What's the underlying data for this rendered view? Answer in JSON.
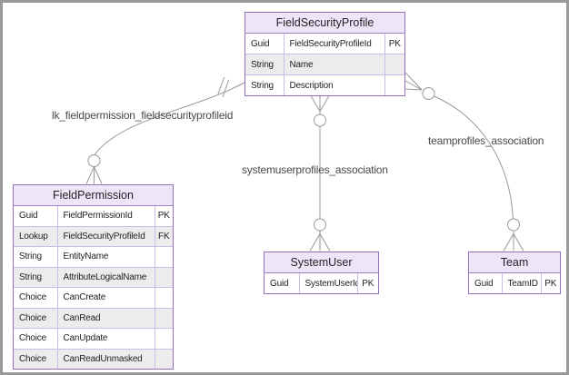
{
  "diagram": {
    "type": "entity-relationship",
    "entities": [
      {
        "name": "FieldSecurityProfile",
        "rows": [
          {
            "type": "Guid",
            "name": "FieldSecurityProfileId",
            "key": "PK"
          },
          {
            "type": "String",
            "name": "Name",
            "key": ""
          },
          {
            "type": "String",
            "name": "Description",
            "key": ""
          }
        ]
      },
      {
        "name": "FieldPermission",
        "rows": [
          {
            "type": "Guid",
            "name": "FieldPermissionId",
            "key": "PK"
          },
          {
            "type": "Lookup",
            "name": "FieldSecurityProfileId",
            "key": "FK"
          },
          {
            "type": "String",
            "name": "EntityName",
            "key": ""
          },
          {
            "type": "String",
            "name": "AttributeLogicalName",
            "key": ""
          },
          {
            "type": "Choice",
            "name": "CanCreate",
            "key": ""
          },
          {
            "type": "Choice",
            "name": "CanRead",
            "key": ""
          },
          {
            "type": "Choice",
            "name": "CanUpdate",
            "key": ""
          },
          {
            "type": "Choice",
            "name": "CanReadUnmasked",
            "key": ""
          }
        ]
      },
      {
        "name": "SystemUser",
        "rows": [
          {
            "type": "Guid",
            "name": "SystemUserId",
            "key": "PK"
          }
        ]
      },
      {
        "name": "Team",
        "rows": [
          {
            "type": "Guid",
            "name": "TeamID",
            "key": "PK"
          }
        ]
      }
    ],
    "relationships": [
      {
        "label": "lk_fieldpermission_fieldsecurityprofileid",
        "from": "FieldSecurityProfile",
        "to": "FieldPermission",
        "from_cardinality": "exactly-one",
        "to_cardinality": "zero-or-many"
      },
      {
        "label": "systemuserprofiles_association",
        "from": "FieldSecurityProfile",
        "to": "SystemUser",
        "from_cardinality": "zero-or-many",
        "to_cardinality": "zero-or-many"
      },
      {
        "label": "teamprofiles_association",
        "from": "FieldSecurityProfile",
        "to": "Team",
        "from_cardinality": "zero-or-many",
        "to_cardinality": "zero-or-many"
      }
    ],
    "colors": {
      "outer_border": "#999999",
      "entity_border": "#9370bd",
      "entity_header_fill": "#ece6f8",
      "inner_grid": "#cabcec",
      "row_fill": "#ffffff",
      "row_alt_fill": "#ececec",
      "connector_line": "#999999",
      "label_text": "#4a4a4a",
      "cell_text": "#1f1f1f"
    }
  }
}
